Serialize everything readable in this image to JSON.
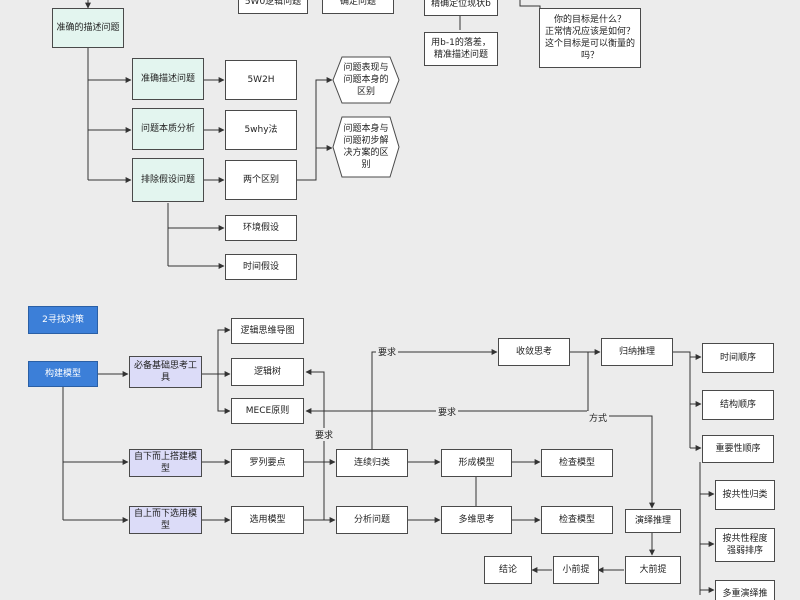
{
  "nodes": {
    "top_a": "5W0逻辑问题",
    "top_b": "确定问题",
    "top_c": "精确定位现状b",
    "top_d": "用b-1的落差，\n精准描述问题",
    "top_e": "你的目标是什么？\n正常情况应该是如何？\n这个目标是可以衡量的\n吗？",
    "accurate": "准确的描述问题",
    "describe": "准确描述问题",
    "essence": "问题本质分析",
    "remove": "排除假设问题",
    "w2h": "5W2H",
    "why5": "5why法",
    "two_diff": "两个区别",
    "hex1": "问题表现与\n问题本身的\n区别",
    "hex2": "问题本身与\n问题初步解\n决方案的区\n别",
    "env": "环境假设",
    "time": "时间假设",
    "find": "2寻找对策",
    "build": "构建模型",
    "tools": "必备基础思考工\n具",
    "logic_map": "逻辑思维导图",
    "logic_tree": "逻辑树",
    "mece": "MECE原则",
    "bottom_up": "自下而上搭建模型",
    "top_down": "自上而下选用模型",
    "list": "罗列要点",
    "select": "选用模型",
    "connect": "连续归类",
    "analyze": "分析问题",
    "form": "形成模型",
    "multi": "多维思考",
    "check1": "检查模型",
    "check2": "检查模型",
    "converge": "收敛思考",
    "induction": "归纳推理",
    "deduction": "演绎推理",
    "time_order": "时间顺序",
    "struct_order": "结构顺序",
    "importance": "重要性顺序",
    "common": "按共性归类",
    "degree": "按共性程度\n强弱排序",
    "conclusion": "结论",
    "minor": "小前提",
    "major": "大前提",
    "multi_deduce": "多重演绎推"
  },
  "labels": {
    "req1": "要求",
    "req2": "要求",
    "req3": "要求",
    "method": "方式"
  }
}
